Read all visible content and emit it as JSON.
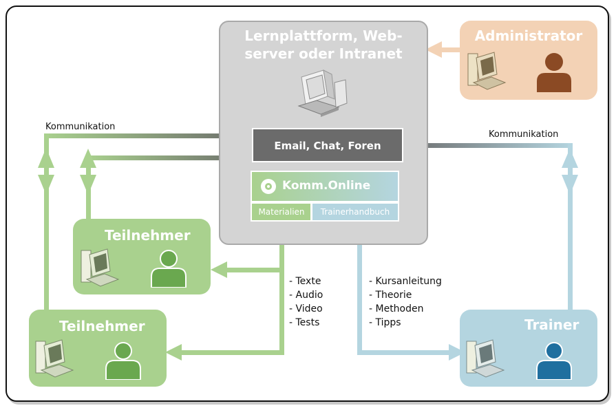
{
  "platform": {
    "title_line1": "Lernplattform, Web-",
    "title_line2": "server oder Intranet",
    "communication": "Email, Chat, Foren",
    "product": "Komm.Online",
    "tab_materials": "Materialien",
    "tab_trainer": "Trainerhandbuch"
  },
  "administrator": {
    "title": "Administrator"
  },
  "participant_upper": {
    "title": "Teilnehmer"
  },
  "participant_lower": {
    "title": "Teilnehmer"
  },
  "trainer": {
    "title": "Trainer"
  },
  "labels": {
    "communication_left": "Kommunikation",
    "communication_right": "Kommunikation"
  },
  "materials_list": [
    "- Texte",
    "- Audio",
    "- Video",
    "- Tests"
  ],
  "trainer_list": [
    "- Kursanleitung",
    "- Theorie",
    "- Methoden",
    "- Tipps"
  ],
  "colors": {
    "green": "#a9d18e",
    "green_dark": "#6aa84f",
    "blue": "#b4d5e0",
    "blue_dark": "#1f6f9f",
    "orange": "#f3d2b5",
    "brown": "#8b4a24",
    "gray_box": "#d4d4d4",
    "dark_gray": "#6b6b6b"
  }
}
